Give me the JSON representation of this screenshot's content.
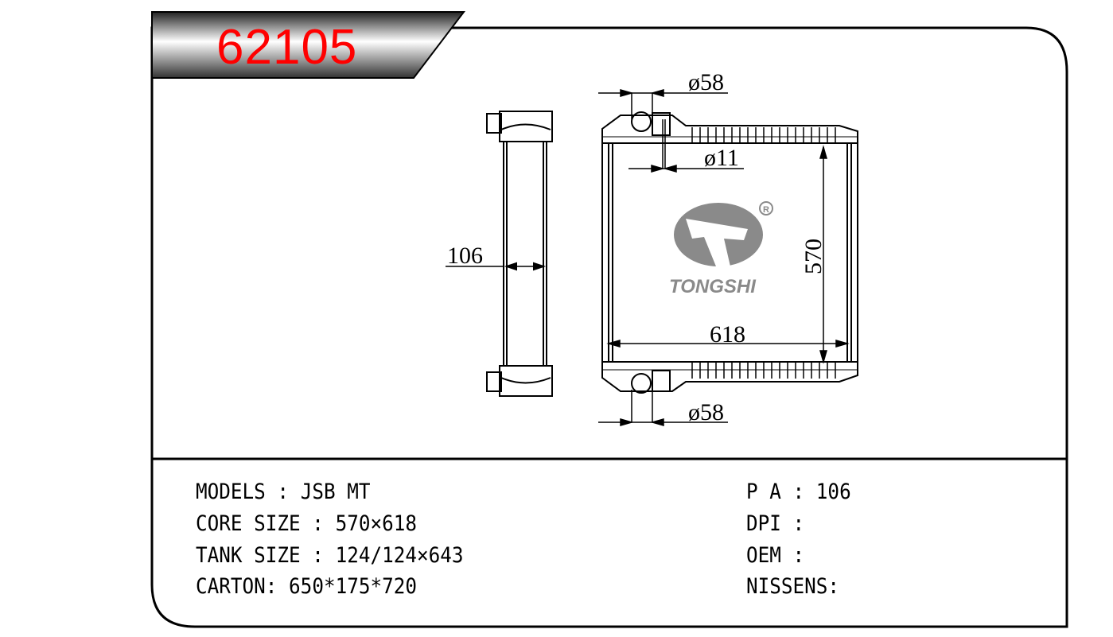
{
  "part_number": "62105",
  "drawing": {
    "dimensions": {
      "inlet_diameter": "ø58",
      "outlet_diameter": "ø58",
      "hole_diameter": "ø11",
      "thickness": "106",
      "core_width": "618",
      "core_height": "570"
    },
    "logo": {
      "brand": "TONGSHI",
      "registered": "®"
    }
  },
  "specs": {
    "left": [
      {
        "label": "MODELS",
        "sep": " : ",
        "value": "JSB MT"
      },
      {
        "label": "CORE SIZE",
        "sep": " : ",
        "value": "570×618"
      },
      {
        "label": "TANK SIZE",
        "sep": " : ",
        "value": "124/124×643"
      },
      {
        "label": "CARTON",
        "sep": ": ",
        "value": "650*175*720"
      }
    ],
    "right": [
      {
        "label": "P A",
        "sep": " : ",
        "value": "106"
      },
      {
        "label": "DPI",
        "sep": " : ",
        "value": ""
      },
      {
        "label": "OEM",
        "sep": " : ",
        "value": ""
      },
      {
        "label": "NISSENS",
        "sep": ":",
        "value": ""
      }
    ]
  },
  "colors": {
    "part_number": "#ff0000",
    "logo": "#8a8a8a"
  }
}
